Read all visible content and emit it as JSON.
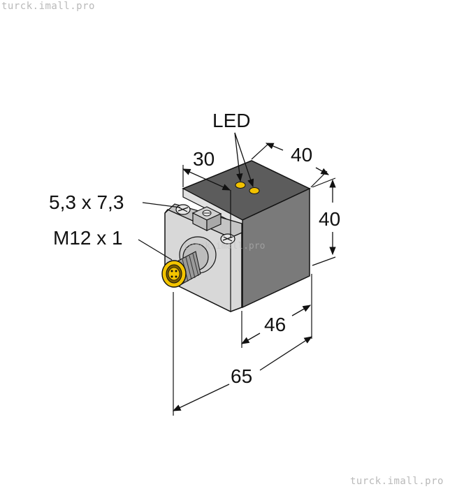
{
  "watermark": {
    "top": "turck.imall.pro",
    "bottom": "turck.imall.pro",
    "center": "turck.imall.pro"
  },
  "labels": {
    "led": "LED",
    "width_top": "30",
    "depth_top": "40",
    "height_right": "40",
    "slot": "5,3 x 7,3",
    "thread": "M12 x 1",
    "length_body": "46",
    "length_total": "65"
  },
  "colors": {
    "top_face": "#5c5c5c",
    "right_face": "#757575",
    "front_face": "#d6d6d6",
    "led": "#f2c200",
    "connector": "#f3c400",
    "line": "#111111"
  }
}
